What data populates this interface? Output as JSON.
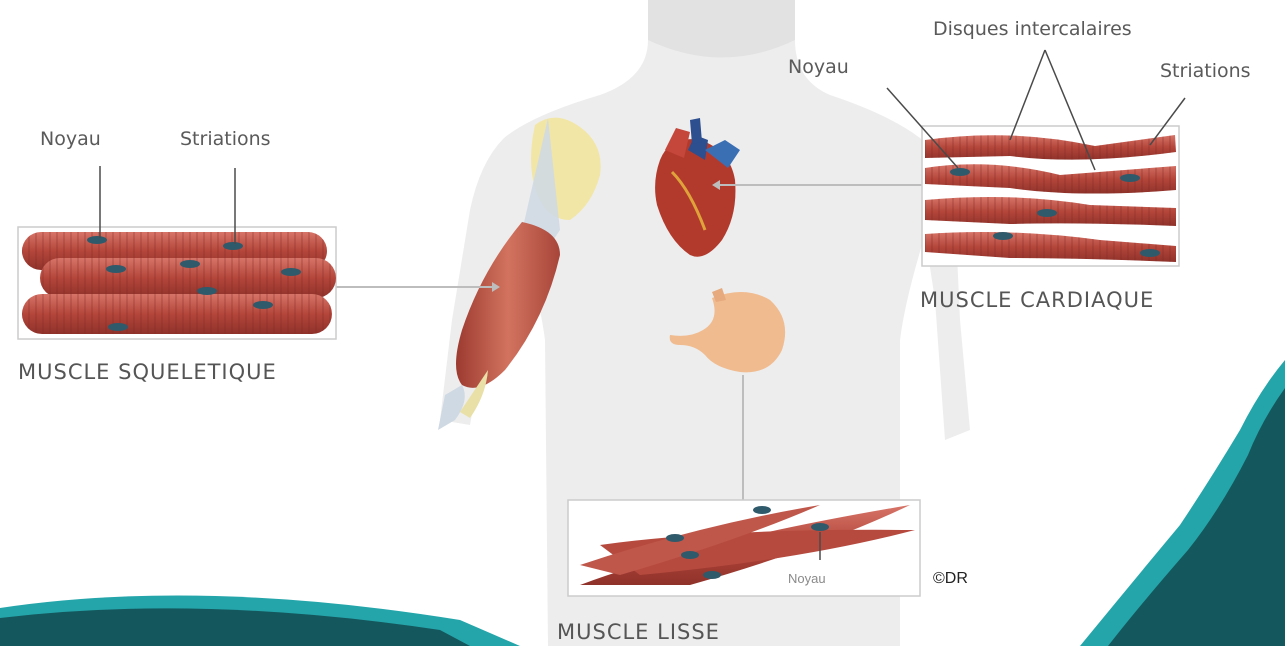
{
  "skeletal": {
    "title": "MUSCLE SQUELETIQUE",
    "nucleus_label": "Noyau",
    "striations_label": "Striations"
  },
  "cardiac": {
    "title": "MUSCLE CARDIAQUE",
    "nucleus_label": "Noyau",
    "discs_label": "Disques intercalaires",
    "striations_label": "Striations"
  },
  "smooth": {
    "title": "MUSCLE LISSE",
    "nucleus_label": "Noyau"
  },
  "credit": "©DR",
  "colors": {
    "muscle": "#b4463b",
    "nucleus": "#2f5a6b",
    "teal_dark": "#14575c",
    "teal_light": "#24a5aa",
    "body_silhouette": "#ececec"
  }
}
